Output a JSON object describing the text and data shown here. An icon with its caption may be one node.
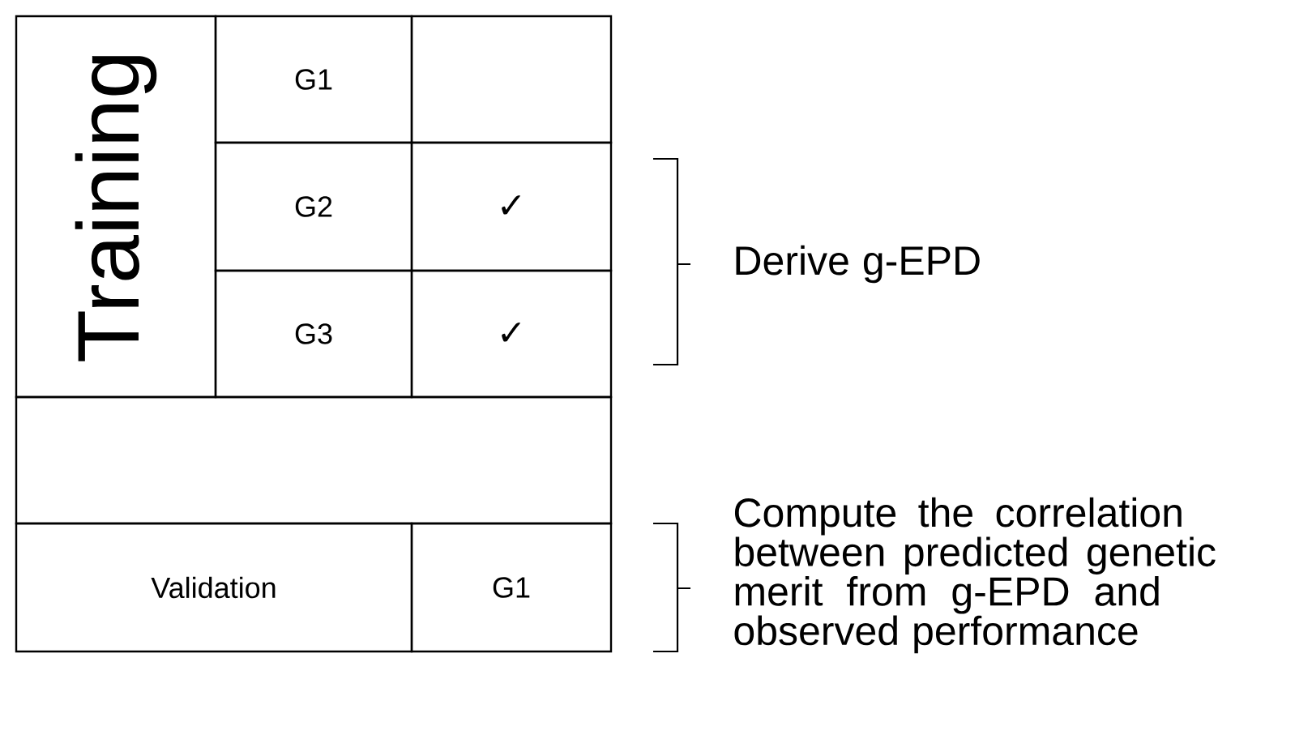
{
  "diagram": {
    "nodes": [
      {
        "text": [
          "Training"
        ]
      },
      {
        "text": [
          "G1"
        ]
      },
      {
        "text": [],
        "shape": "box"
      },
      {
        "text": [
          "G2"
        ]
      },
      {
        "text": [
          "✓"
        ]
      },
      {
        "text": [
          "G3"
        ]
      },
      {
        "text": [
          "✓"
        ]
      },
      {
        "text": [],
        "shape": "box"
      },
      {
        "text": [
          "Validation"
        ]
      },
      {
        "text": [
          "G1"
        ]
      }
    ],
    "labels": [
      "Derive g-EPD",
      "Compute the correlation between predicted genetic merit from g-EPD and observed performance"
    ]
  }
}
